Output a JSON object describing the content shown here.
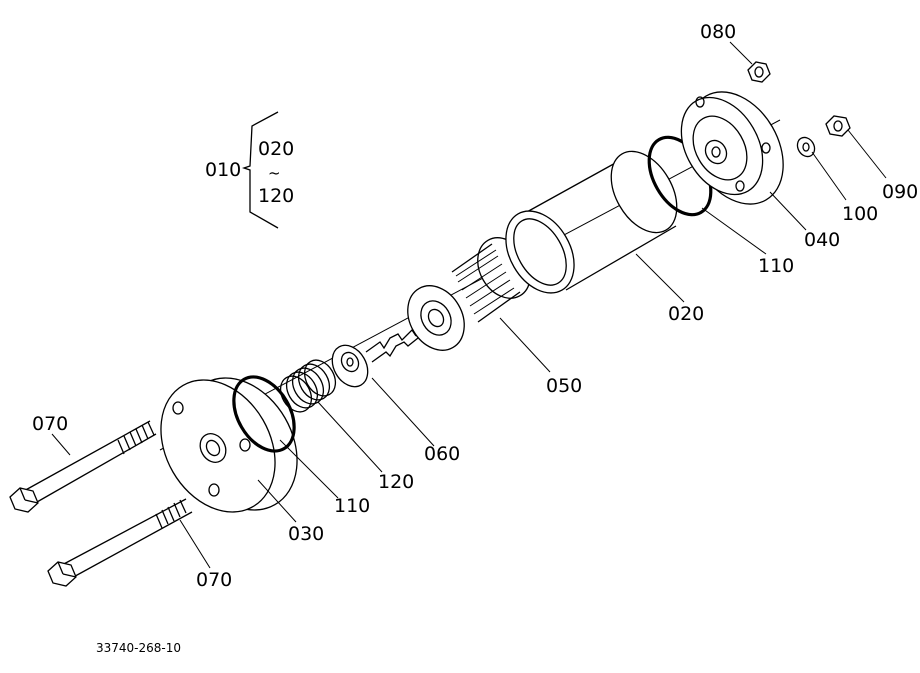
{
  "assembly": {
    "label": "010",
    "range_start": "020",
    "range_sep": "~",
    "range_end": "120"
  },
  "callouts": {
    "080": "080",
    "090": "090",
    "100": "100",
    "040": "040",
    "110_top": "110",
    "020": "020",
    "050": "050",
    "060": "060",
    "120": "120",
    "110_bottom": "110",
    "030": "030",
    "070_top": "070",
    "070_bottom": "070"
  },
  "drawing_number": "33740-268-10"
}
